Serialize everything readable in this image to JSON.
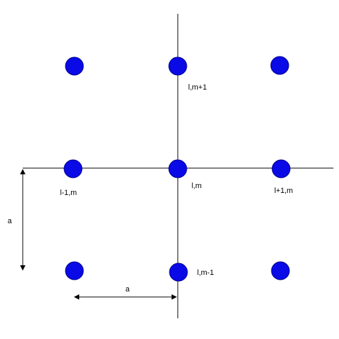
{
  "colors": {
    "atom_fill": "#0a0ae6",
    "atom_stroke": "#00008b",
    "line": "#000000",
    "background": "#ffffff"
  },
  "labels": {
    "top": "l,m+1",
    "left": "l-1,m",
    "center": "l,m",
    "right": "l+1,m",
    "bottom": "l,m-1",
    "vertical_spacing": "a",
    "horizontal_spacing": "a"
  }
}
